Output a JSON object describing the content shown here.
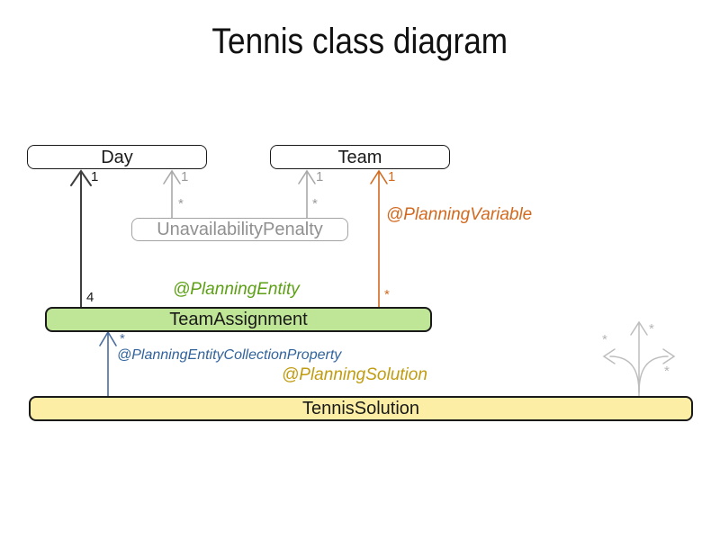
{
  "title": "Tennis class diagram",
  "classes": {
    "day": "Day",
    "team": "Team",
    "unavailability_penalty": "UnavailabilityPenalty",
    "team_assignment": "TeamAssignment",
    "tennis_solution": "TennisSolution"
  },
  "annotations": {
    "planning_entity": "@PlanningEntity",
    "planning_variable": "@PlanningVariable",
    "planning_entity_collection_property": "@PlanningEntityCollectionProperty",
    "planning_solution": "@PlanningSolution"
  },
  "multiplicities": {
    "team_assignment_to_day": {
      "head": "1",
      "tail": "4"
    },
    "penalty_to_day": {
      "head": "1",
      "tail": "*"
    },
    "penalty_to_team": {
      "head": "1",
      "tail": "*"
    },
    "team_assignment_to_team": {
      "head": "1",
      "tail": "*"
    },
    "solution_to_team_assignment": {
      "tail": "*"
    },
    "solution_to_problem_facts": {
      "labels": [
        "*",
        "*",
        "*"
      ]
    }
  },
  "colors": {
    "class_border": "#1a1a1a",
    "entity_fill": "#bfe596",
    "solution_fill": "#fcefa5",
    "association_dark": "#3f3f3f",
    "association_gray": "#a8a8a8",
    "planning_entity": "#5da016",
    "planning_variable": "#d2691e",
    "planning_entity_collection_property": "#31639c",
    "planning_solution": "#c09c10"
  }
}
